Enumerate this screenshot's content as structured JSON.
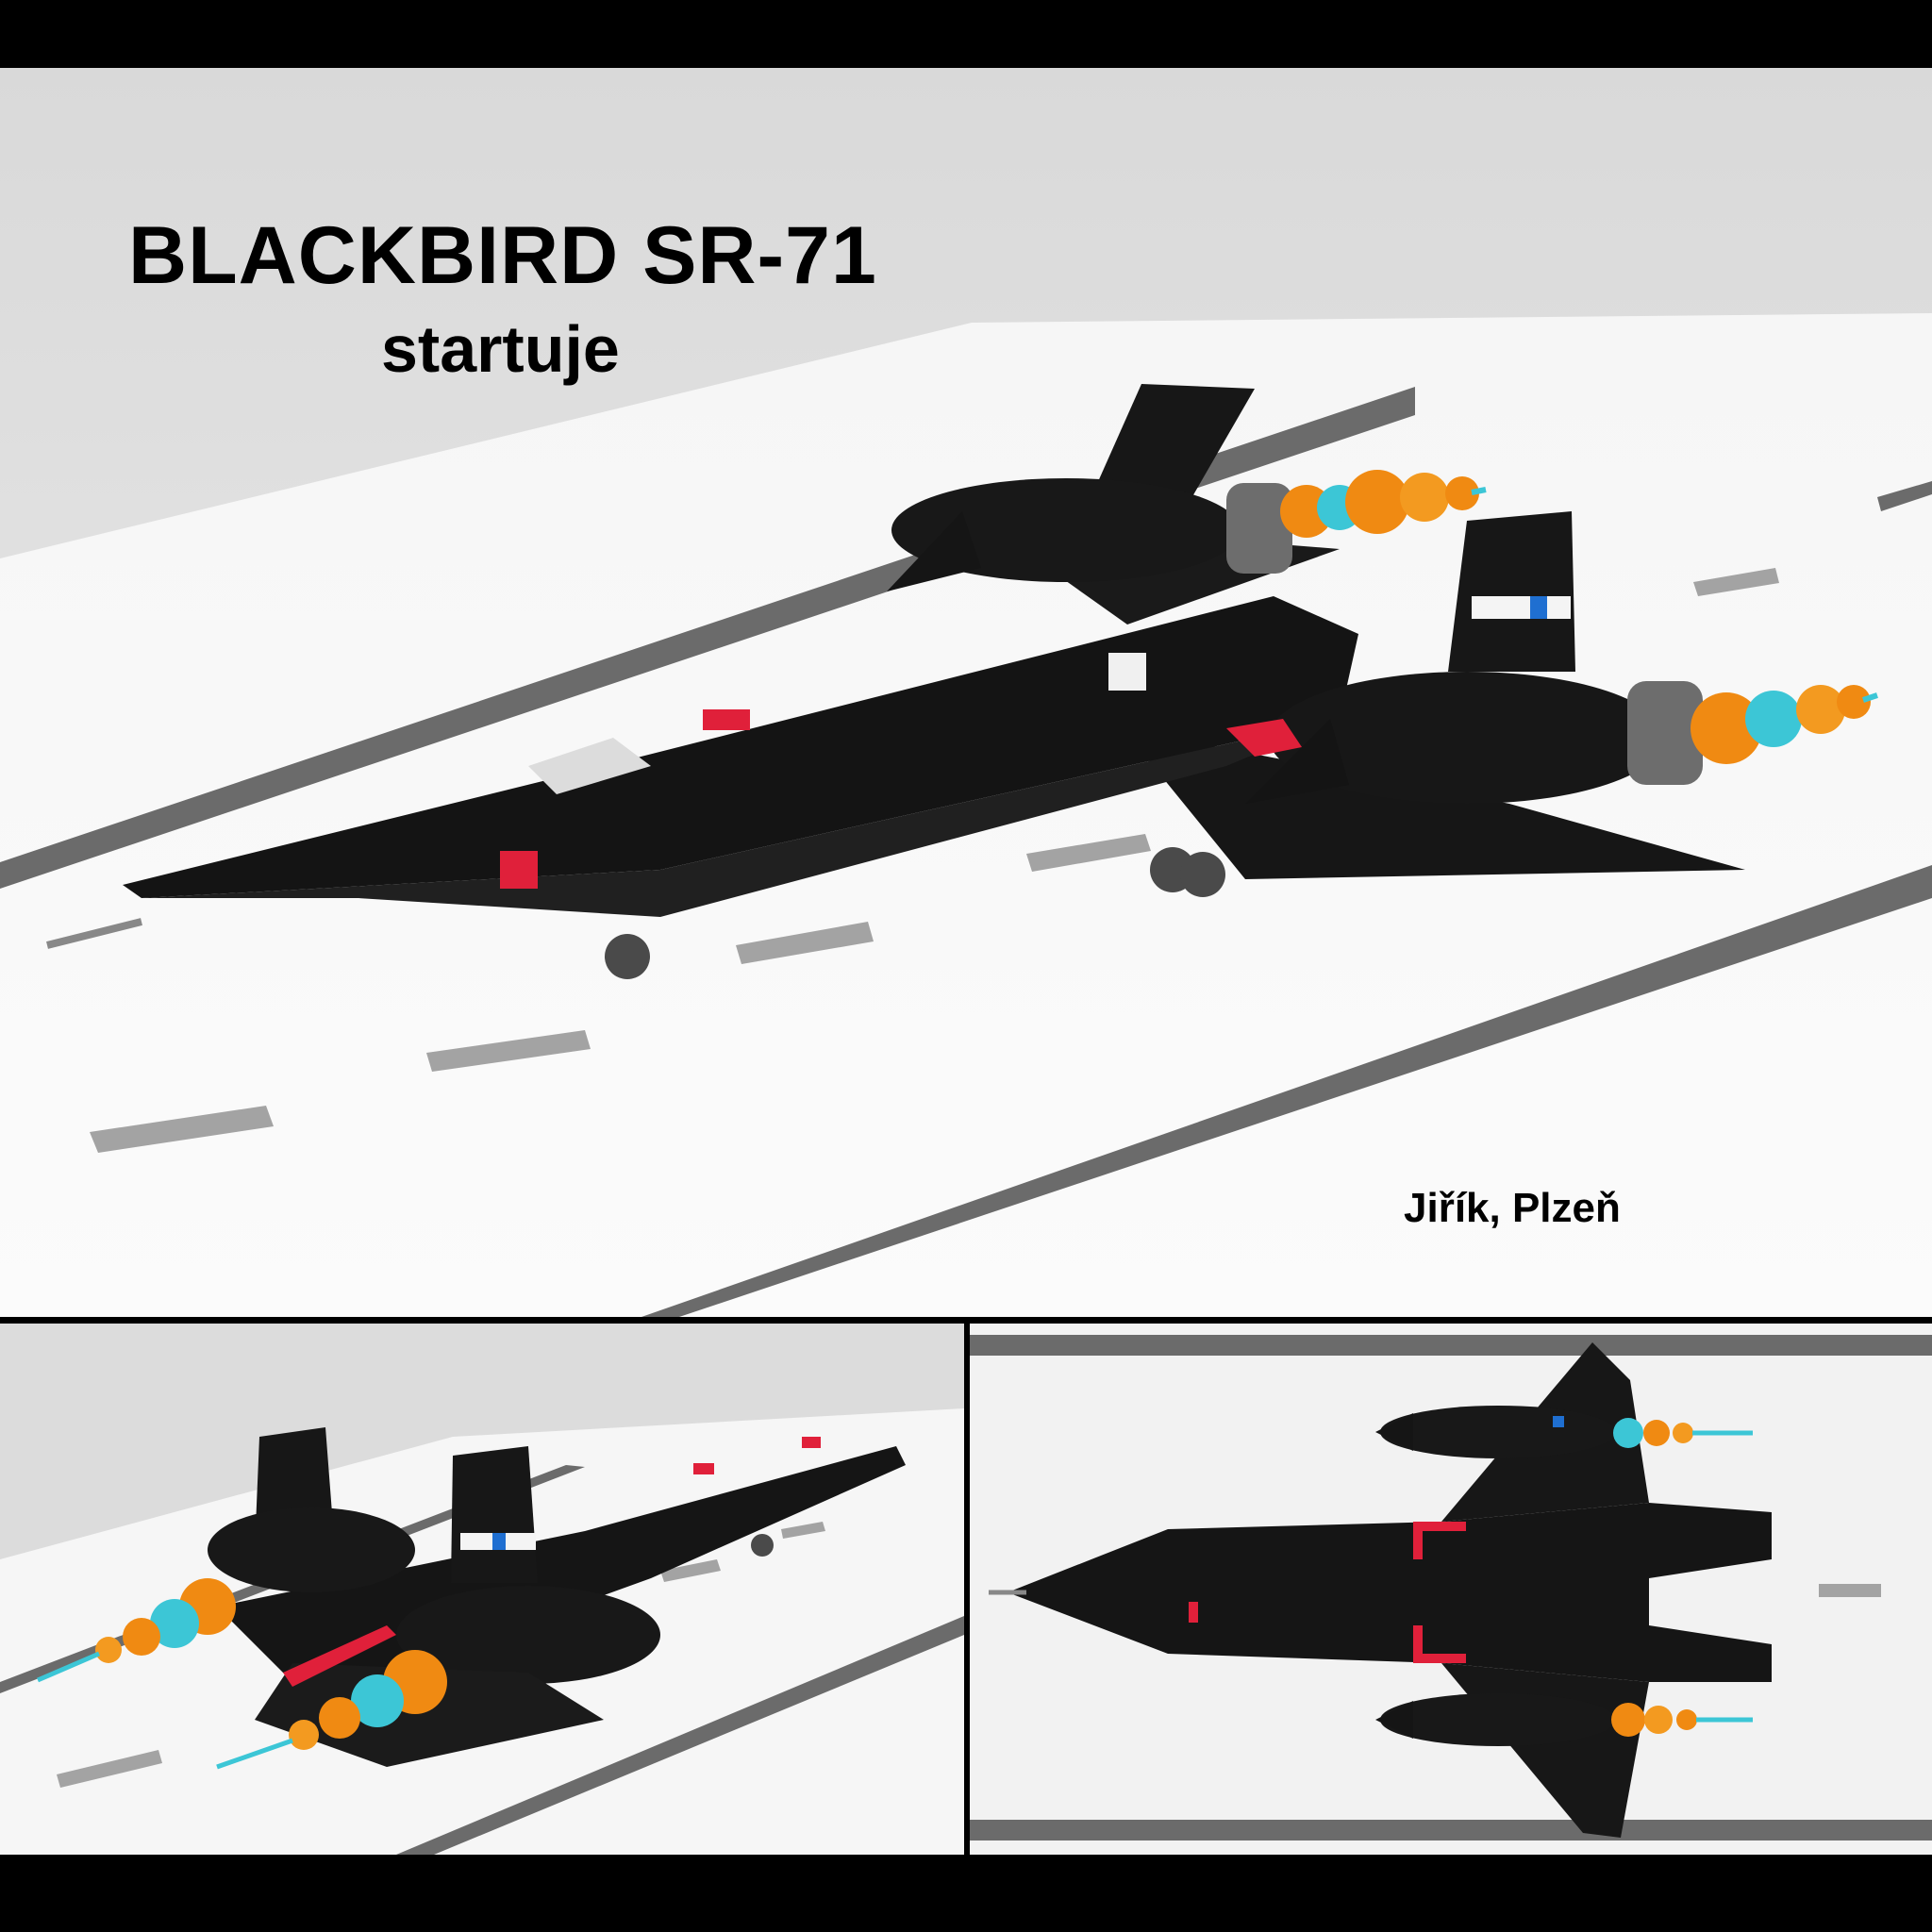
{
  "main_panel": {
    "title": "BLACKBIRD SR-71",
    "subtitle": "startuje",
    "author": "Jiřík, Plzeň"
  },
  "colors": {
    "frame": "#000000",
    "background": "#f2f2f2",
    "aircraft": "#151515",
    "accent_red": "#e0203a",
    "accent_blue": "#1f6fd1",
    "exhaust_orange": "#f08a12",
    "exhaust_cyan": "#3cc6d6",
    "runway_edge": "#6b6b6b",
    "runway_marking": "#a3a3a3"
  }
}
